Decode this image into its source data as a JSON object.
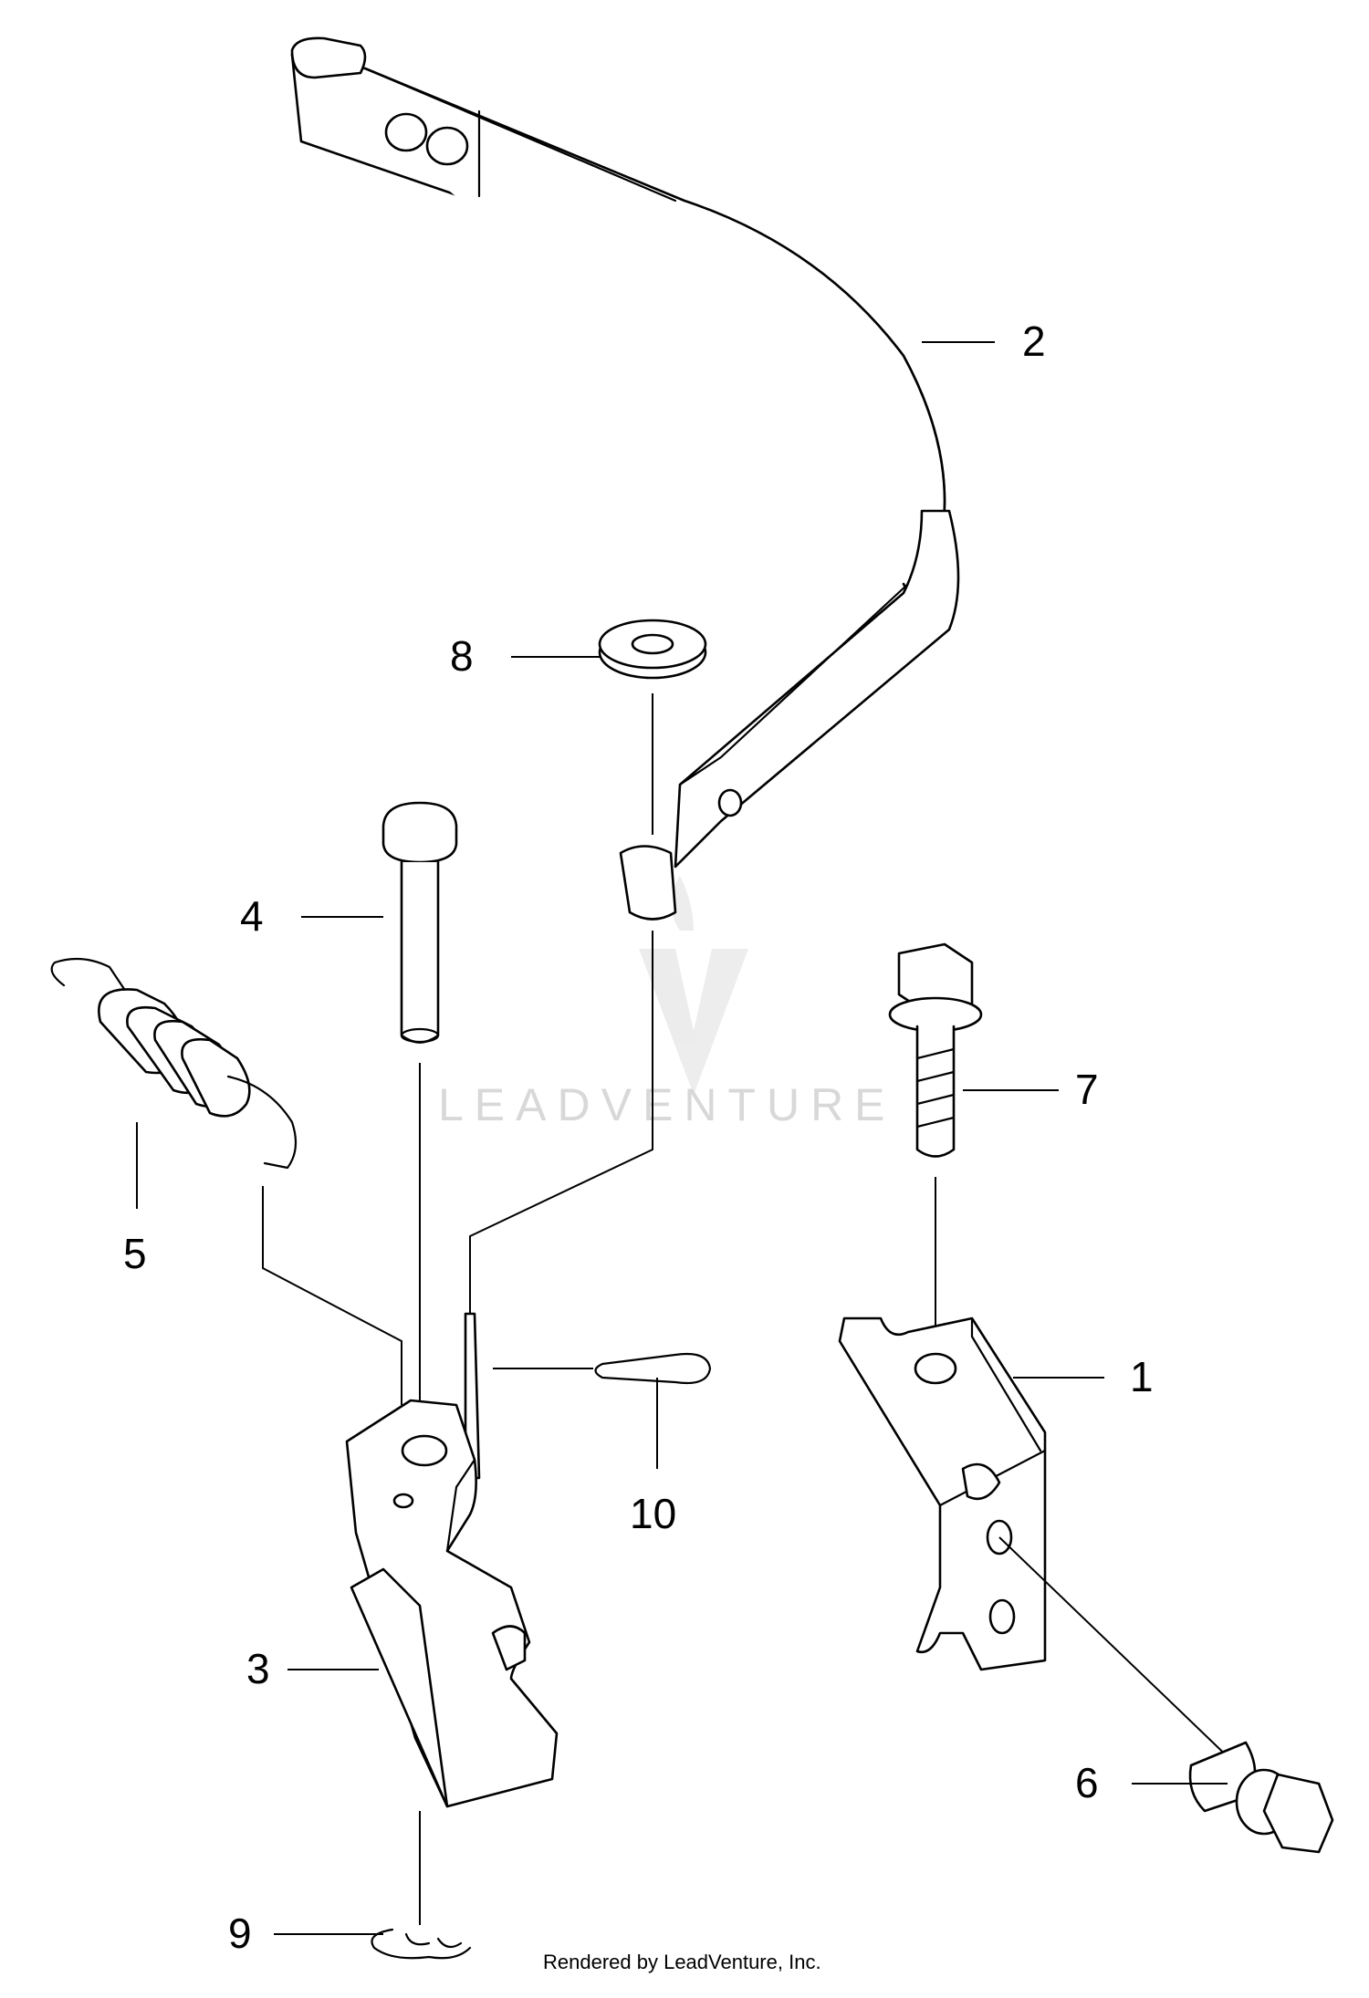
{
  "callouts": [
    {
      "id": "1",
      "label": "1"
    },
    {
      "id": "2",
      "label": "2"
    },
    {
      "id": "3",
      "label": "3"
    },
    {
      "id": "4",
      "label": "4"
    },
    {
      "id": "5",
      "label": "5"
    },
    {
      "id": "6",
      "label": "6"
    },
    {
      "id": "7",
      "label": "7"
    },
    {
      "id": "8",
      "label": "8"
    },
    {
      "id": "9",
      "label": "9"
    },
    {
      "id": "10",
      "label": "10"
    }
  ],
  "watermark": "LEADVENTURE",
  "credit": "Rendered by LeadVenture, Inc."
}
